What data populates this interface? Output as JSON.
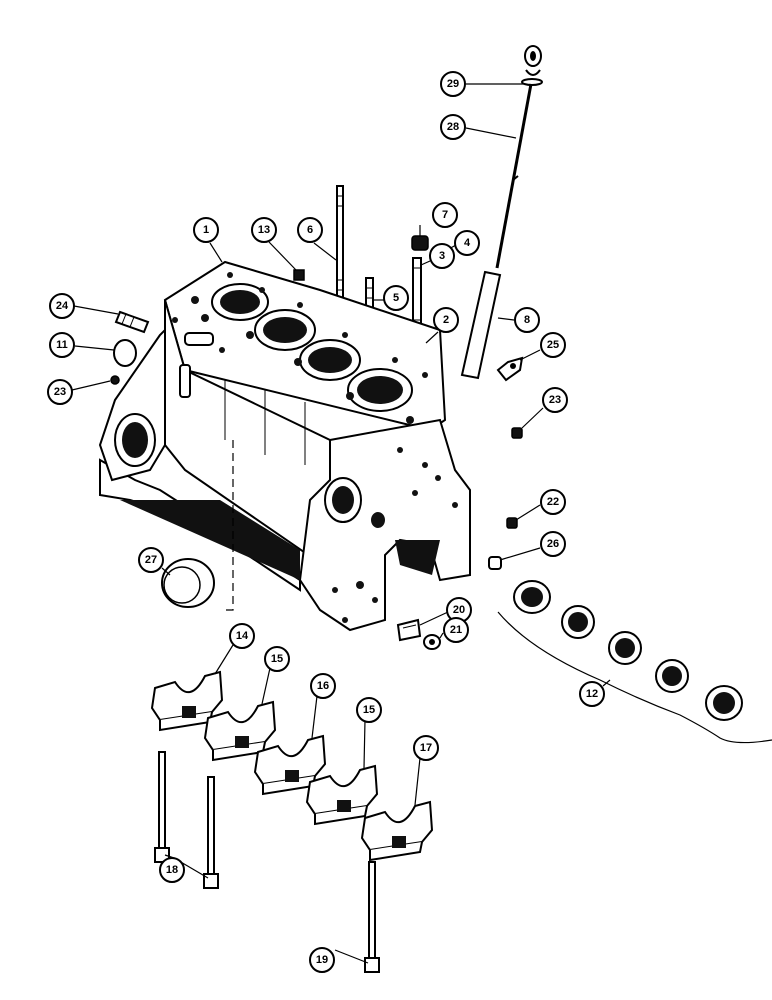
{
  "callouts": [
    {
      "id": "c29",
      "label": "29"
    },
    {
      "id": "c28",
      "label": "28"
    },
    {
      "id": "c1",
      "label": "1"
    },
    {
      "id": "c13",
      "label": "13"
    },
    {
      "id": "c6",
      "label": "6"
    },
    {
      "id": "c7",
      "label": "7"
    },
    {
      "id": "c4",
      "label": "4"
    },
    {
      "id": "c3",
      "label": "3"
    },
    {
      "id": "c5",
      "label": "5"
    },
    {
      "id": "c2",
      "label": "2"
    },
    {
      "id": "c8",
      "label": "8"
    },
    {
      "id": "c25",
      "label": "25"
    },
    {
      "id": "c24",
      "label": "24"
    },
    {
      "id": "c11",
      "label": "11"
    },
    {
      "id": "c23a",
      "label": "23"
    },
    {
      "id": "c23b",
      "label": "23"
    },
    {
      "id": "c22",
      "label": "22"
    },
    {
      "id": "c26",
      "label": "26"
    },
    {
      "id": "c27",
      "label": "27"
    },
    {
      "id": "c20",
      "label": "20"
    },
    {
      "id": "c21",
      "label": "21"
    },
    {
      "id": "c14",
      "label": "14"
    },
    {
      "id": "c15a",
      "label": "15"
    },
    {
      "id": "c16",
      "label": "16"
    },
    {
      "id": "c15b",
      "label": "15"
    },
    {
      "id": "c17",
      "label": "17"
    },
    {
      "id": "c12",
      "label": "12"
    },
    {
      "id": "c18",
      "label": "18"
    },
    {
      "id": "c19",
      "label": "19"
    }
  ]
}
